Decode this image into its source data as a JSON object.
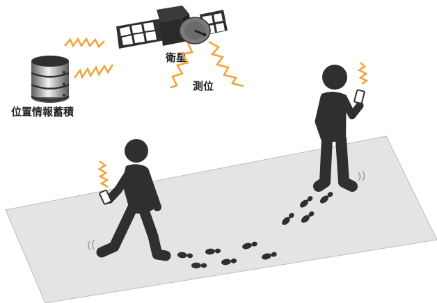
{
  "labels": {
    "satellite": "衛星",
    "positioning": "測位",
    "database": "位置情報蓄積"
  },
  "colors": {
    "figure": "#2f2f2f",
    "ground": "#e4e4e4",
    "ground_edge": "#bdbdbd",
    "signal": "#f2a33a",
    "panel_cell": "#ffffff"
  },
  "icons": [
    "satellite-icon",
    "database-icon",
    "smartphone-icon",
    "person-icon",
    "footprint-icon",
    "signal-wave-icon"
  ]
}
